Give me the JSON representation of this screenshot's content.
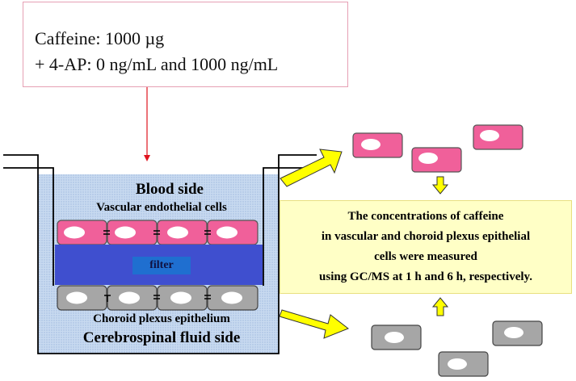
{
  "dose_box": {
    "line1": "Caffeine: 1000 µg",
    "line2": "+ 4-AP: 0 ng/mL and 1000 ng/mL"
  },
  "transwell": {
    "top_label": "Blood side",
    "endothelial_label": "Vascular endothelial cells",
    "filter_label": "filter",
    "choroid_label": "Choroid plexus epithelium",
    "bottom_label": "Cerebrospinal fluid side"
  },
  "result_box": {
    "lines": [
      "The concentrations of caffeine",
      "in vascular and choroid plexus epithelial",
      "cells were measured",
      "using GC/MS at 1 h and 6 h, respectively."
    ]
  },
  "colors": {
    "endothelial_cell": "#f0609a",
    "epithelial_cell": "#a6a6a6",
    "filter": "#3f4fcf",
    "medium": "#c5d7ee",
    "result_fill": "#ffffc6",
    "arrow": "#ffff00",
    "dose_arrow": "#e0141e"
  }
}
